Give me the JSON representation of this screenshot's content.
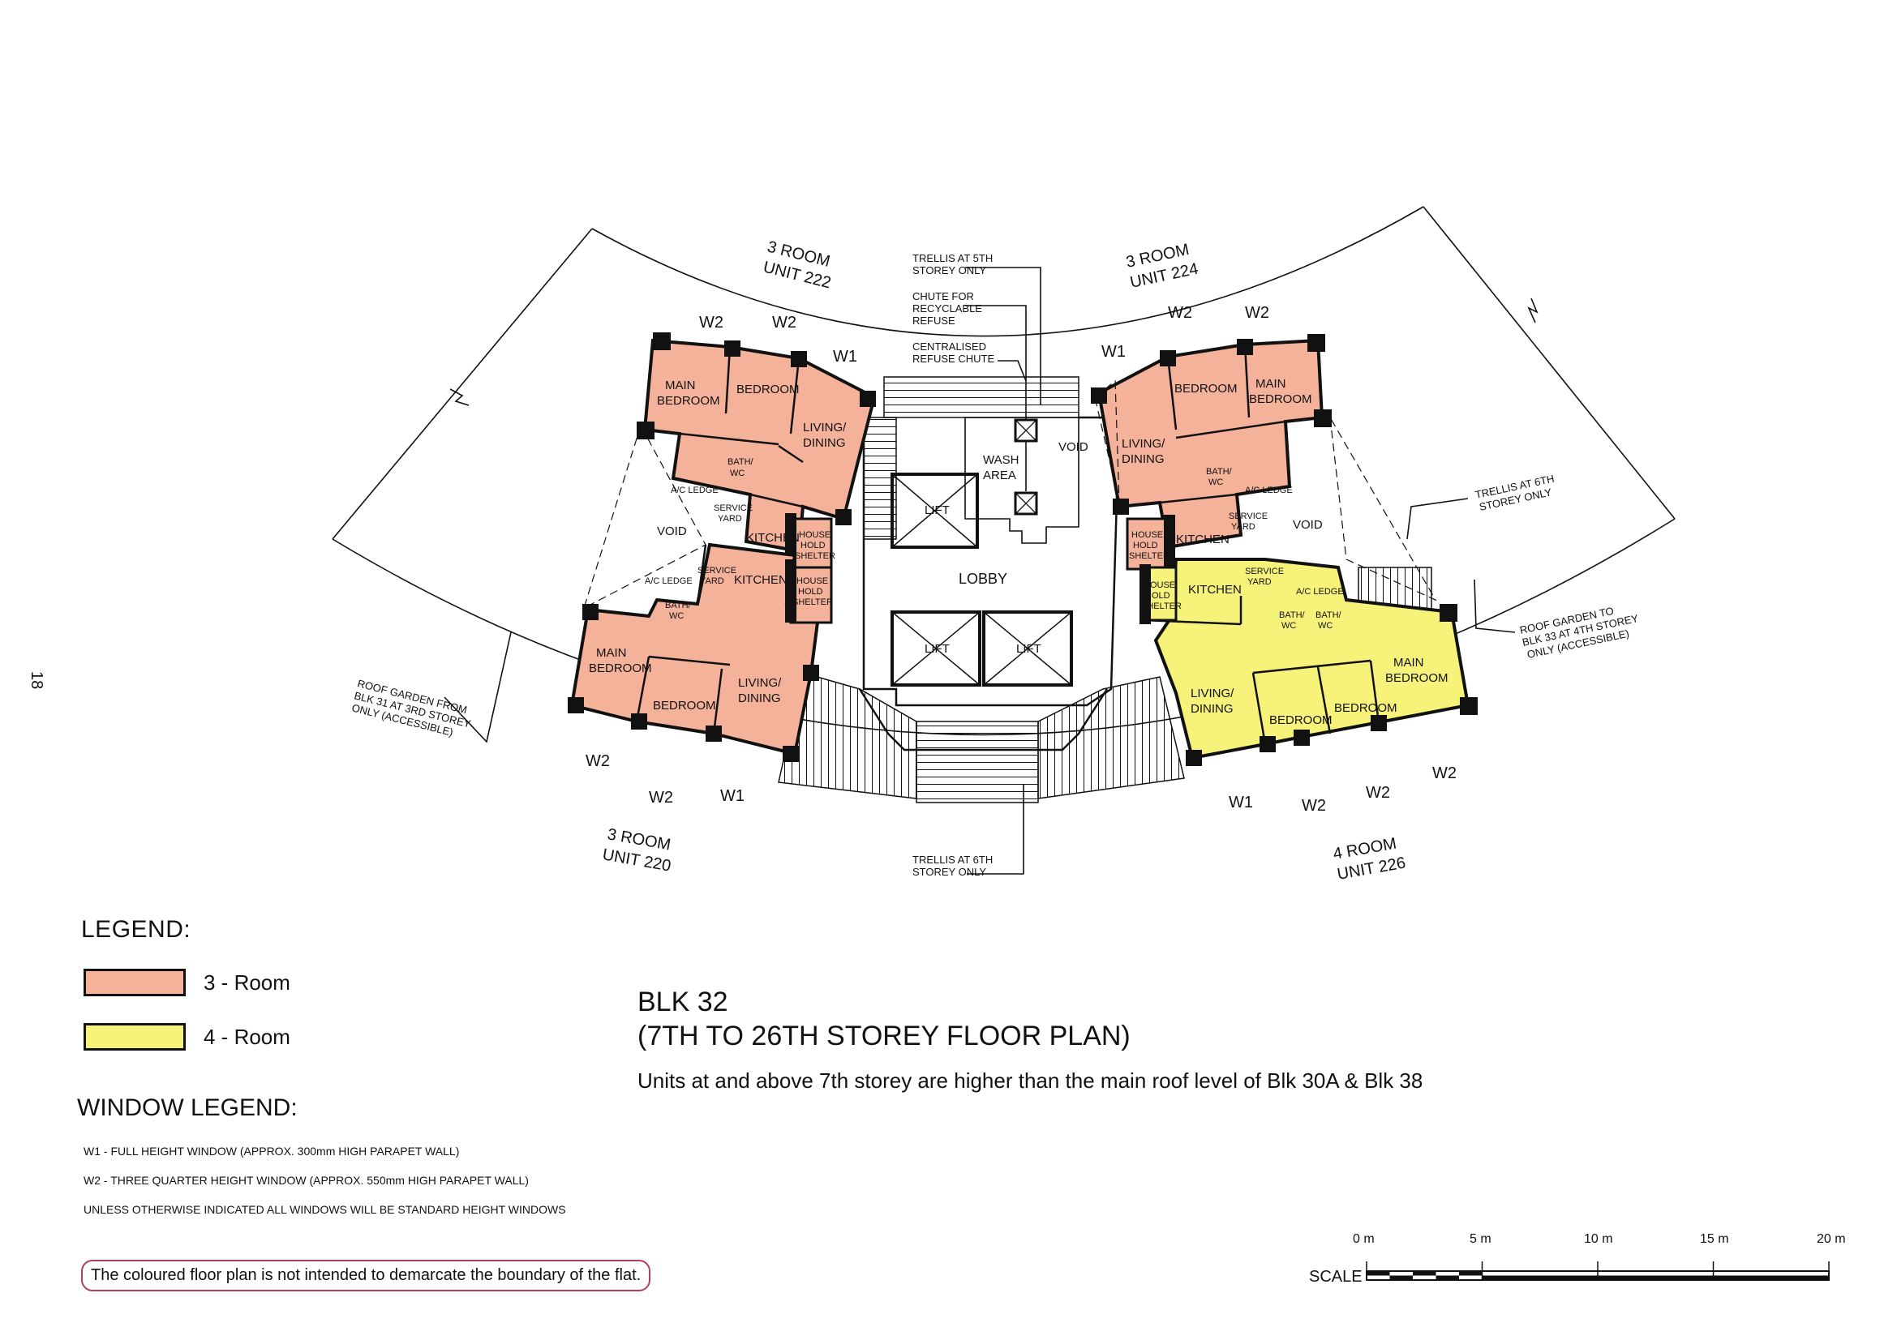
{
  "page_number": "18",
  "units": {
    "u222": {
      "type": "3 ROOM",
      "unit": "UNIT 222"
    },
    "u224": {
      "type": "3 ROOM",
      "unit": "UNIT 224"
    },
    "u220": {
      "type": "3 ROOM",
      "unit": "UNIT 220"
    },
    "u226": {
      "type": "4 ROOM",
      "unit": "UNIT 226"
    }
  },
  "windows": {
    "w1": "W1",
    "w2": "W2"
  },
  "rooms": {
    "main_bedroom_1": "MAIN",
    "main_bedroom_2": "BEDROOM",
    "bedroom": "BEDROOM",
    "living_1": "LIVING/",
    "living_2": "DINING",
    "kitchen": "KITCHEN",
    "bath_1": "BATH/",
    "bath_2": "WC",
    "service_1": "SERVICE",
    "service_2": "YARD",
    "ac_ledge": "A/C LEDGE",
    "shelter_1": "HOUSE",
    "shelter_2": "HOLD",
    "shelter_3": "SHELTER",
    "void": "VOID",
    "wash_1": "WASH",
    "wash_2": "AREA",
    "lift": "LIFT",
    "lobby": "LOBBY"
  },
  "annotations": {
    "trellis5_1": "TRELLIS AT 5TH",
    "trellis5_2": "STOREY ONLY",
    "chute_1": "CHUTE FOR",
    "chute_2": "RECYCLABLE",
    "chute_3": "REFUSE",
    "refuse_1": "CENTRALISED",
    "refuse_2": "REFUSE CHUTE",
    "trellis6r_1": "TRELLIS AT 6TH",
    "trellis6r_2": "STOREY ONLY",
    "trellis6b_1": "TRELLIS AT 6TH",
    "trellis6b_2": "STOREY ONLY",
    "roof33_1": "ROOF GARDEN TO",
    "roof33_2": "BLK 33 AT 4TH STOREY",
    "roof33_3": "ONLY (ACCESSIBLE)",
    "roof31_1": "ROOF GARDEN FROM",
    "roof31_2": "BLK 31 AT 3RD STOREY",
    "roof31_3": "ONLY (ACCESSIBLE)"
  },
  "legend": {
    "title": "LEGEND:",
    "items": [
      {
        "label": "3 - Room",
        "color": "#f4b29b"
      },
      {
        "label": "4 - Room",
        "color": "#f7f27a"
      }
    ]
  },
  "window_legend": {
    "title": "WINDOW LEGEND:",
    "notes": [
      "W1 - FULL HEIGHT WINDOW (APPROX. 300mm HIGH PARAPET WALL)",
      "W2 - THREE QUARTER HEIGHT WINDOW (APPROX. 550mm HIGH PARAPET WALL)",
      "UNLESS OTHERWISE INDICATED ALL WINDOWS WILL BE STANDARD HEIGHT WINDOWS"
    ]
  },
  "disclaimer": "The coloured floor plan is not intended to demarcate the boundary of the flat.",
  "block": {
    "title": "BLK 32",
    "subtitle": "(7TH TO 26TH STOREY FLOOR PLAN)",
    "note": "Units at and above 7th storey are higher than the main roof level of Blk 30A & Blk 38"
  },
  "scale": {
    "label": "SCALE",
    "ticks": [
      "0 m",
      "5 m",
      "10 m",
      "15 m",
      "20 m"
    ],
    "max_m": 20
  }
}
